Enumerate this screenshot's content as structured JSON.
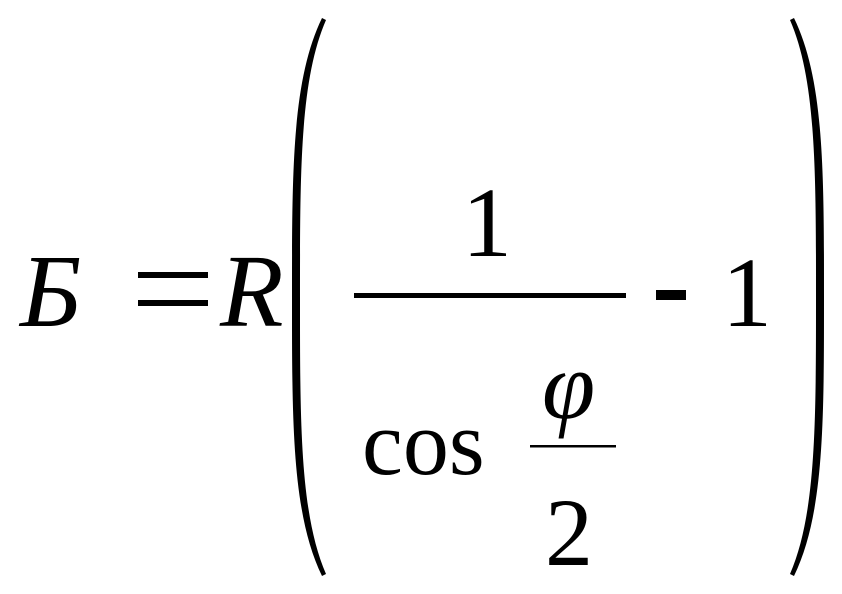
{
  "formula": {
    "lhs_symbol": "Б",
    "equals": "=",
    "radius_symbol": "R",
    "numerator": "1",
    "cos_label": "cos",
    "angle_symbol": "φ",
    "angle_divisor": "2",
    "minus": "-",
    "subtrahend": "1"
  },
  "colors": {
    "ink": "#000000",
    "background": "#ffffff"
  }
}
